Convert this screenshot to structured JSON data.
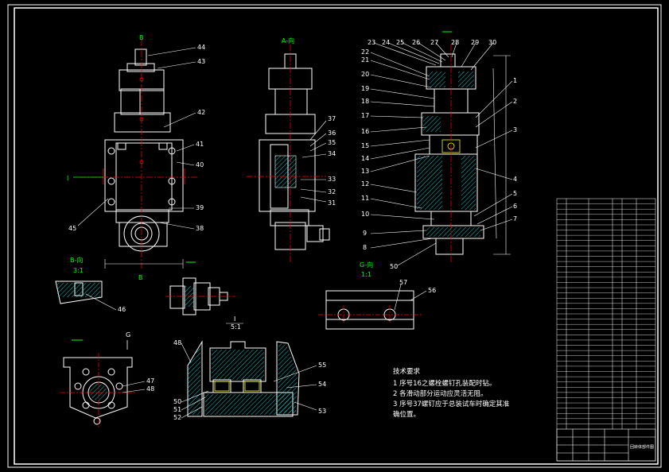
{
  "views": {
    "view_b_label": "B",
    "view_a_label": "A-向",
    "view_b_section_label": "B-向",
    "view_b_section_scale": "3:1",
    "view_g_label": "G-向",
    "view_g_scale": "1:1",
    "section_i_label": "I",
    "section_i_scale": "5:1",
    "section_i_marker": "I",
    "bottom_b_label": "B",
    "g_arrow_label": "G"
  },
  "part_numbers": [
    "1",
    "2",
    "3",
    "4",
    "5",
    "6",
    "7",
    "8",
    "9",
    "10",
    "11",
    "12",
    "13",
    "14",
    "15",
    "16",
    "17",
    "18",
    "19",
    "20",
    "21",
    "22",
    "23",
    "24",
    "25",
    "26",
    "27",
    "28",
    "29",
    "30",
    "31",
    "32",
    "33",
    "34",
    "35",
    "36",
    "37",
    "38",
    "39",
    "40",
    "41",
    "42",
    "43",
    "44",
    "45",
    "46",
    "47",
    "48",
    "50",
    "51",
    "52",
    "53",
    "54",
    "55",
    "56",
    "57"
  ],
  "tech_requirements": {
    "title": "技术要求",
    "items": [
      "1 序号16之螺栓螺钉孔装配时钻。",
      "2 各滑动部分运动应灵活无阻。",
      "3 序号37螺钉应于总装试车时确定其准",
      "确位置。"
    ]
  },
  "title_block": {
    "drawing_name": "回转体部件图"
  },
  "colors": {
    "background": "#000000",
    "outline": "#ffffff",
    "center": "#ff0000",
    "hatch": "#00ffff",
    "dim": "#00ff00",
    "leader": "#ffffff",
    "highlight": "#ffff00"
  }
}
